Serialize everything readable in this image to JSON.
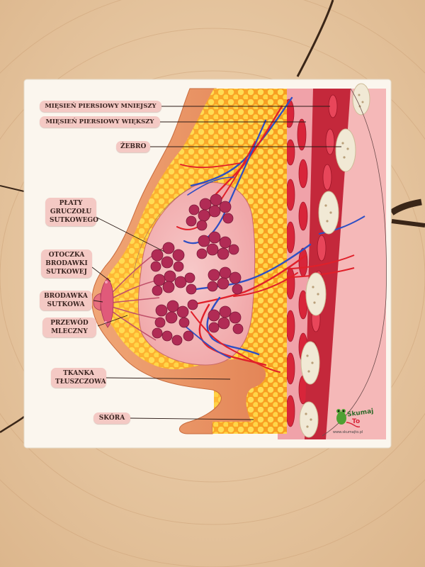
{
  "diagram": {
    "labels": {
      "pectoralis_minor": "MIĘSIEŃ PIERSIOWY MNIEJSZY",
      "pectoralis_major": "MIĘSIEŃ PIERSIOWY WIĘKSZY",
      "rib": "ŻEBRO",
      "mammary_lobes": "PŁATY\nGRUCZOŁU\nSUTKOWEGO",
      "areola": "OTOCZKA\nBRODAWKI\nSUTKOWEJ",
      "nipple": "BRODAWKA\nSUTKOWA",
      "milk_duct": "PRZEWÓD\nMLECZNY",
      "fat_tissue": "TKANKA\nTŁUSZCZOWA",
      "skin": "SKÓRA"
    },
    "logo": {
      "brand_line1": "Skumaj",
      "brand_line2": "To",
      "url": "www.skumajto.pl"
    }
  },
  "colors": {
    "wood": "#e7c8a3",
    "board": "#fbf6ee",
    "label_bg": "#f4c9c4",
    "skin": "#e89a6a",
    "fat": "#f8b42a",
    "fat_globule": "#ffdd57",
    "muscle": "#d8253a",
    "lobes": "#b12b55",
    "artery": "#e0202a",
    "vein": "#2e4fc4",
    "rib": "#f1e9d5"
  }
}
